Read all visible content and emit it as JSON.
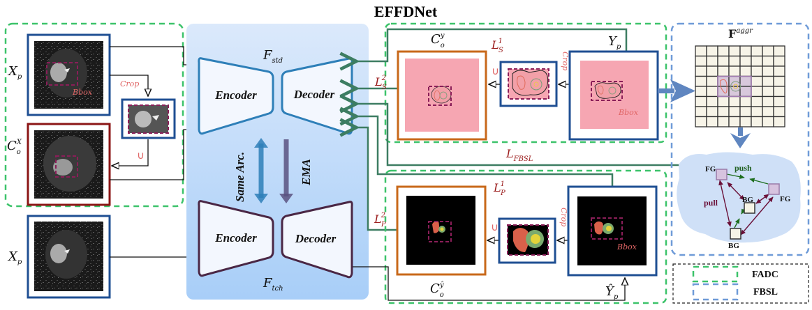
{
  "title": "EFFDNet",
  "colors": {
    "fadc_border": "#3cc36a",
    "fbsl_border": "#6f9bd8",
    "input_frame": "#1f4f93",
    "mixed_input_frame": "#8b1515",
    "output_frame": "#c8681a",
    "student_stroke": "#2e7fb8",
    "teacher_stroke": "#4a2745",
    "loss_line": "#3d7d62",
    "loss_text": "#9b1c1c",
    "bbox_dash": "#8a1e58",
    "crop_text": "#e06666",
    "label_pink": "#f6a6b2",
    "panel_bg_top": "#dbe9fb",
    "panel_bg_bottom": "#a8cef8"
  },
  "left_panel": {
    "input_top": {
      "var": "X",
      "sub": "p"
    },
    "mixed": {
      "var": "C",
      "sub": "o",
      "sup": "X"
    },
    "crop_label": "Crop",
    "bbox_label": "Bbox",
    "union_symbol": "∪",
    "input_bottom": {
      "var": "X",
      "sub": "p"
    }
  },
  "networks": {
    "student": {
      "name_var": "F",
      "name_sub": "std",
      "encoder": "Encoder",
      "decoder": "Decoder"
    },
    "teacher": {
      "name_var": "F",
      "name_sub": "tch",
      "encoder": "Encoder",
      "decoder": "Decoder"
    },
    "same_arc": "Same Arc.",
    "ema": "EMA"
  },
  "top_branch": {
    "mixed_label": {
      "var": "C",
      "sub": "o",
      "sup": "y"
    },
    "target_label": {
      "var": "Y",
      "sub": "p"
    },
    "loss_1": {
      "var": "L",
      "sub": "S",
      "sup": "1"
    },
    "loss_2": {
      "var": "L",
      "sub": "S",
      "sup": "2"
    },
    "crop_label": "Crop",
    "bbox_label": "Bbox",
    "union_symbol": "∪"
  },
  "fbsl_loss": {
    "var": "L",
    "sub": "FBSL"
  },
  "bottom_branch": {
    "mixed_label": {
      "var": "C",
      "sub": "o",
      "sup": "ŷ"
    },
    "target_label": {
      "var": "Ŷ",
      "sub": "p"
    },
    "loss_1": {
      "var": "L",
      "sub": "P",
      "sup": "1"
    },
    "loss_2": {
      "var": "L",
      "sub": "P",
      "sup": "2"
    },
    "crop_label": "Crop",
    "bbox_label": "Bbox",
    "union_symbol": "∪"
  },
  "fbsl_panel": {
    "feature_label": {
      "var": "F",
      "sup": "aggr"
    },
    "grid": {
      "rows": 8,
      "cols": 8
    },
    "graph": {
      "fg_label": "FG",
      "bg_label": "BG",
      "push_label": "push",
      "pull_label": "pull"
    }
  },
  "legend": {
    "items": [
      {
        "label": "FADC",
        "style": "green-dashed"
      },
      {
        "label": "FBSL",
        "style": "blue-dashed"
      }
    ]
  }
}
